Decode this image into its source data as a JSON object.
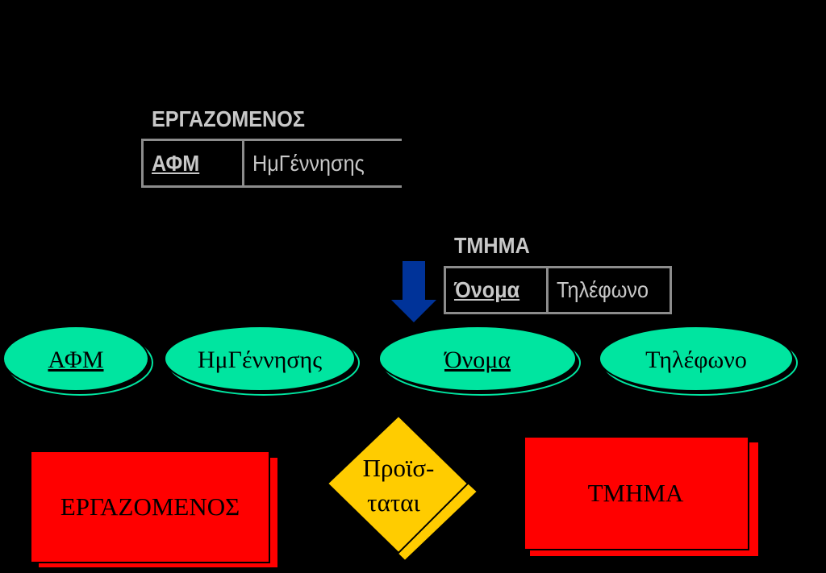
{
  "relations": {
    "employee": {
      "title": "ΕΡΓΑΖΟΜΕΝΟΣ",
      "key_column": "ΑΦΜ",
      "column": "ΗμΓέννησης"
    },
    "department": {
      "title": "ΤΜΗΜΑ",
      "key_column": "Όνομα",
      "column": "Τηλέφωνο"
    }
  },
  "er": {
    "attributes": [
      {
        "id": "afm",
        "label": "ΑΦΜ",
        "key": true
      },
      {
        "id": "birthdate",
        "label": "ΗμΓέννησης",
        "key": false
      },
      {
        "id": "name",
        "label": "Όνομα",
        "key": true
      },
      {
        "id": "phone",
        "label": "Τηλέφωνο",
        "key": false
      }
    ],
    "entities": {
      "employee": "ΕΡΓΑΖΟΜΕΝΟΣ",
      "department": "ΤΜΗΜΑ"
    },
    "relationship": {
      "line1": "Προϊσ-",
      "line2": "ταται"
    }
  },
  "colors": {
    "background": "#000000",
    "attribute_fill": "#00e5a0",
    "entity_fill": "#ff0000",
    "relationship_fill": "#ffcc00",
    "arrow": "#003399",
    "table_text": "#c8c8c8",
    "table_border": "#8c8c8c"
  }
}
